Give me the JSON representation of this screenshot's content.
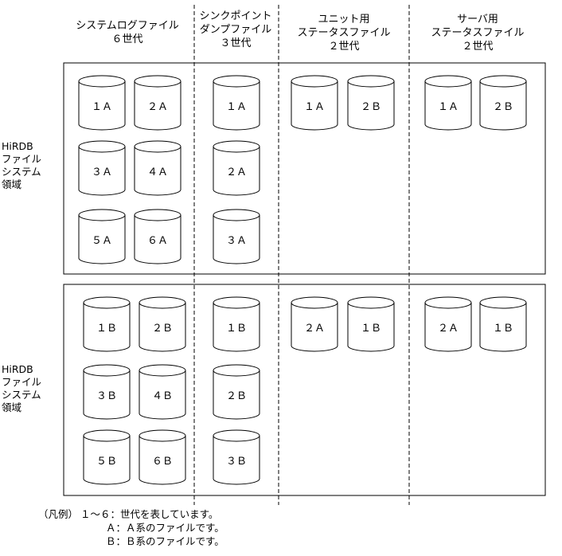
{
  "headers": [
    {
      "lines": [
        "システムログファイル",
        "６世代"
      ]
    },
    {
      "lines": [
        "シンクポイント",
        "ダンプファイル",
        "３世代"
      ]
    },
    {
      "lines": [
        "ユニット用",
        "ステータスファイル",
        "２世代"
      ]
    },
    {
      "lines": [
        "サーバ用",
        "ステータスファイル",
        "２世代"
      ]
    }
  ],
  "regions": [
    {
      "lines": [
        "HiRDB",
        "ファイル",
        "システム",
        "領域"
      ]
    },
    {
      "lines": [
        "HiRDB",
        "ファイル",
        "システム",
        "領域"
      ]
    }
  ],
  "upper": {
    "log": [
      "１Ａ",
      "２Ａ",
      "３Ａ",
      "４Ａ",
      "５Ａ",
      "６Ａ"
    ],
    "sync": [
      "１Ａ",
      "２Ａ",
      "３Ａ"
    ],
    "unit": [
      "１Ａ",
      "２Ｂ"
    ],
    "server": [
      "１Ａ",
      "２Ｂ"
    ]
  },
  "lower": {
    "log": [
      "１Ｂ",
      "２Ｂ",
      "３Ｂ",
      "４Ｂ",
      "５Ｂ",
      "６Ｂ"
    ],
    "sync": [
      "１Ｂ",
      "２Ｂ",
      "３Ｂ"
    ],
    "unit": [
      "２Ａ",
      "１Ｂ"
    ],
    "server": [
      "２Ａ",
      "１Ｂ"
    ]
  },
  "legend": {
    "label": "（凡例）",
    "items": [
      "１～６：世代を表しています。",
      "Ａ：Ａ系のファイルです。",
      "Ｂ：Ｂ系のファイルです。"
    ]
  }
}
